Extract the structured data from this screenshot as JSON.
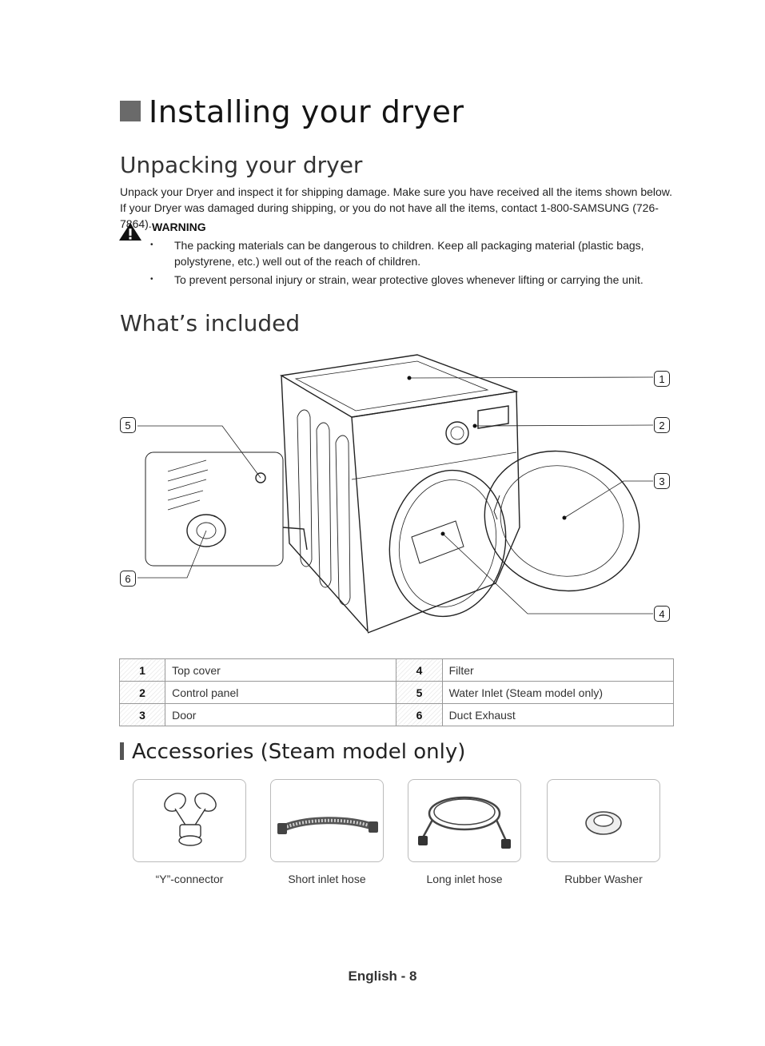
{
  "page": {
    "title": "Installing your dryer",
    "section1": {
      "heading": "Unpacking your dryer",
      "intro": "Unpack your Dryer and inspect it for shipping damage. Make sure you have received all the items shown below. If your Dryer was damaged during shipping, or you do not have all the items, contact 1-800-SAMSUNG (726-7864).",
      "warning": {
        "label": "WARNING",
        "items": [
          "The packing materials can be dangerous to children. Keep all packaging material (plastic bags, polystyrene, etc.) well out of the reach of children.",
          "To prevent personal injury or strain, wear protective gloves whenever lifting or carrying the unit."
        ]
      }
    },
    "section2": {
      "heading": "What’s included",
      "callouts": [
        "1",
        "2",
        "3",
        "4",
        "5",
        "6"
      ],
      "parts": [
        {
          "num": "1",
          "label": "Top cover"
        },
        {
          "num": "2",
          "label": "Control panel"
        },
        {
          "num": "3",
          "label": "Door"
        },
        {
          "num": "4",
          "label": "Filter"
        },
        {
          "num": "5",
          "label": "Water Inlet (Steam model only)"
        },
        {
          "num": "6",
          "label": "Duct Exhaust"
        }
      ]
    },
    "accessories": {
      "heading": "Accessories (Steam model only)",
      "items": [
        "“Y”-connector",
        "Short inlet hose",
        "Long inlet hose",
        "Rubber Washer"
      ]
    },
    "footer": "English - 8"
  },
  "colors": {
    "text": "#111111",
    "heading": "#333333",
    "border": "#999999"
  },
  "icons": [
    "warning-triangle-icon",
    "dryer-illustration",
    "y-connector-icon",
    "short-hose-icon",
    "long-hose-icon",
    "rubber-washer-icon"
  ]
}
